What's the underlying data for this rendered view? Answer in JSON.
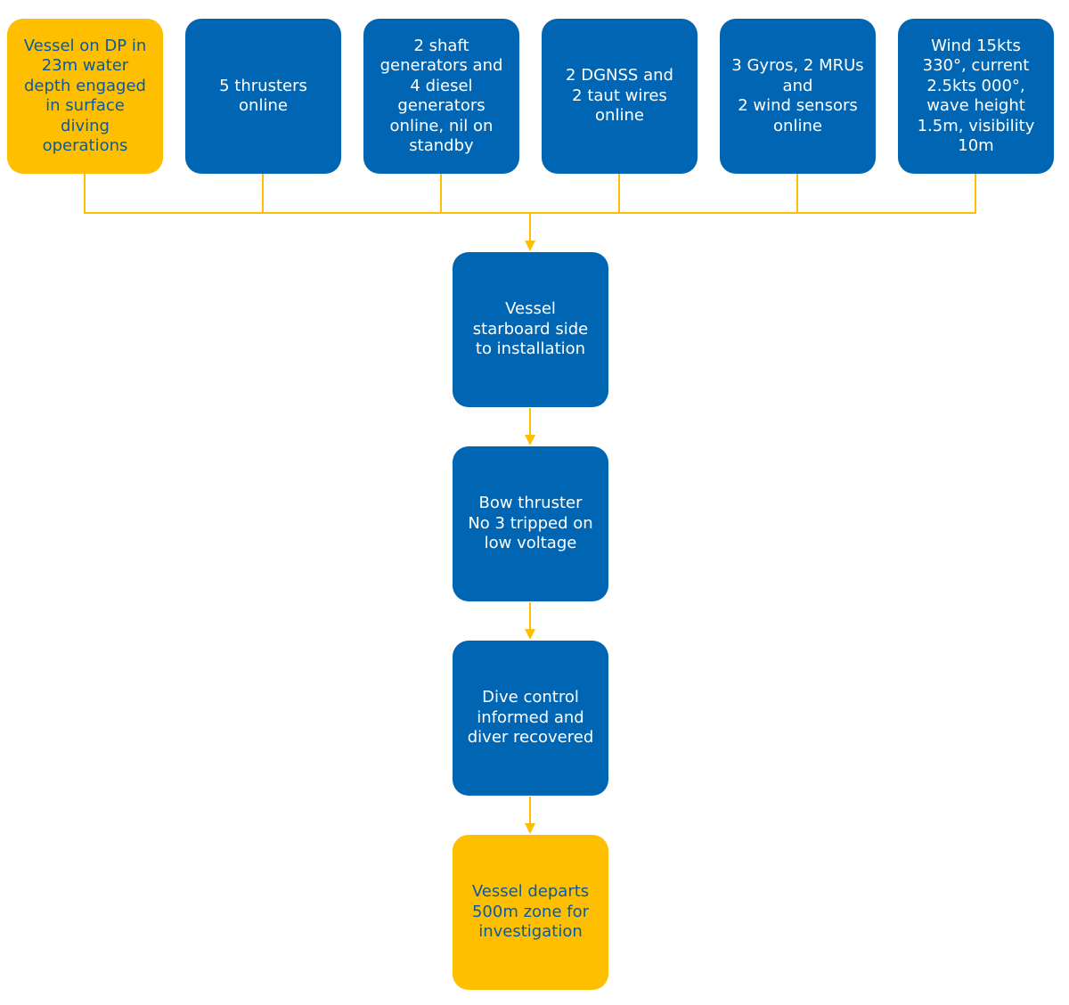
{
  "colors": {
    "primary_blue": "#0066b3",
    "accent_yellow": "#fdbf00",
    "connector": "#fdbf00",
    "yellow_text": "#0a5a9e",
    "blue_text": "#ffffff"
  },
  "top_row": [
    {
      "text": "Vessel on DP in\n23m water\ndepth engaged\nin surface\ndiving\noperations",
      "color": "yellow"
    },
    {
      "text": "5 thrusters\nonline",
      "color": "blue"
    },
    {
      "text": "2 shaft\ngenerators and\n4 diesel\ngenerators\nonline, nil on\nstandby",
      "color": "blue"
    },
    {
      "text": "2 DGNSS and\n2 taut wires\nonline",
      "color": "blue"
    },
    {
      "text": "3 Gyros, 2 MRUs\nand\n2 wind sensors\nonline",
      "color": "blue"
    },
    {
      "text": "Wind 15kts\n330°, current\n2.5kts 000°,\nwave height\n1.5m, visibility\n10m",
      "color": "blue"
    }
  ],
  "sequence": [
    {
      "text": "Vessel\nstarboard side\nto installation",
      "color": "blue"
    },
    {
      "text": "Bow thruster\nNo 3 tripped on\nlow voltage",
      "color": "blue"
    },
    {
      "text": "Dive control\ninformed and\ndiver recovered",
      "color": "blue"
    },
    {
      "text": "Vessel departs\n500m zone for\ninvestigation",
      "color": "yellow"
    }
  ]
}
